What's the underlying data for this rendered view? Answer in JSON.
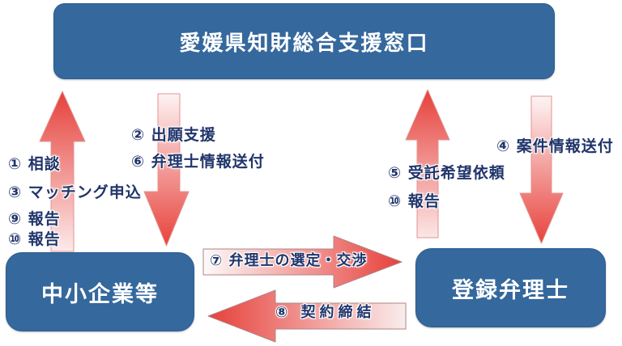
{
  "boxes": {
    "top": {
      "label": "愛媛県知財総合支援窓口"
    },
    "bottom_left": {
      "label": "中小企業等"
    },
    "bottom_right": {
      "label": "登録弁理士"
    }
  },
  "flow": {
    "consultation": "① 相談",
    "application_support": "② 出願支援",
    "matching_application": "③ マッチング申込",
    "case_info_sending": "④ 案件情報送付",
    "contract_request": "⑤ 受託希望依頼",
    "attorney_info_sending": "⑥ 弁理士情報送付",
    "attorney_selection": "⑦ 弁理士の選定・交渉",
    "contract_conclusion": "⑧ 契約締結",
    "report_9": "⑨ 報告",
    "report_10_left": "⑩ 報告",
    "report_10_right": "⑩ 報告"
  },
  "colors": {
    "box_blue": "#35689D",
    "arrow_red": "#E8423C",
    "arrow_light_pink": "#FBF0F0",
    "label_navy": "#20356B",
    "background": "#FFFFFF"
  }
}
